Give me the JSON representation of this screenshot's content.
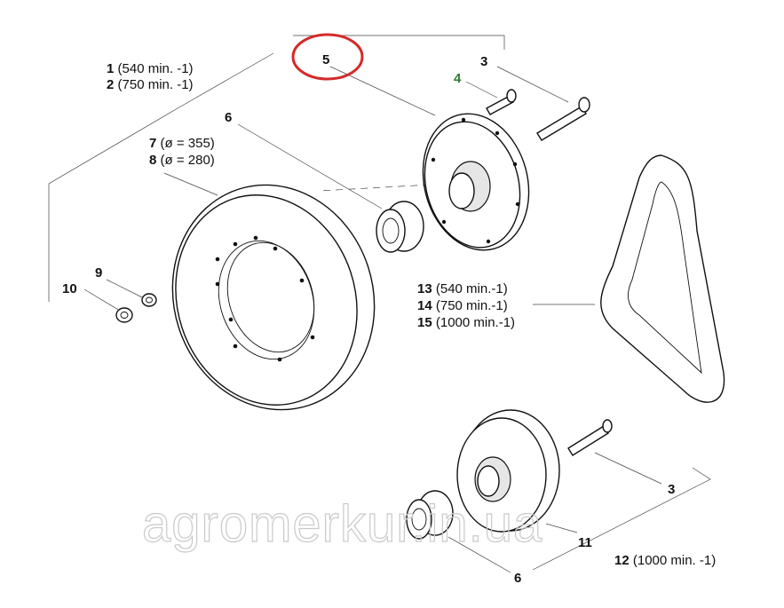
{
  "labels": {
    "l1": {
      "num": "1",
      "text": " (540 min. -1)"
    },
    "l2": {
      "num": "2",
      "text": " (750 min. -1)"
    },
    "l3a": {
      "num": "3",
      "text": ""
    },
    "l3b": {
      "num": "3",
      "text": ""
    },
    "l4": {
      "num": "4",
      "text": ""
    },
    "l5": {
      "num": "5",
      "text": ""
    },
    "l6a": {
      "num": "6",
      "text": ""
    },
    "l6b": {
      "num": "6",
      "text": ""
    },
    "l7": {
      "num": "7",
      "text": " (ø = 355)"
    },
    "l8": {
      "num": "8",
      "text": " (ø = 280)"
    },
    "l9": {
      "num": "9",
      "text": ""
    },
    "l10": {
      "num": "10",
      "text": ""
    },
    "l11": {
      "num": "11",
      "text": ""
    },
    "l12": {
      "num": "12",
      "text": " (1000 min. -1)"
    },
    "l13": {
      "num": "13",
      "text": " (540 min.-1)"
    },
    "l14": {
      "num": "14",
      "text": " (750 min.-1)"
    },
    "l15": {
      "num": "15",
      "text": " (1000 min.-1)"
    }
  },
  "watermark": "agromerkur.in.ua",
  "colors": {
    "highlight_circle": "#d42a2a",
    "label_4": "#2f7a34",
    "ink": "#111111"
  }
}
